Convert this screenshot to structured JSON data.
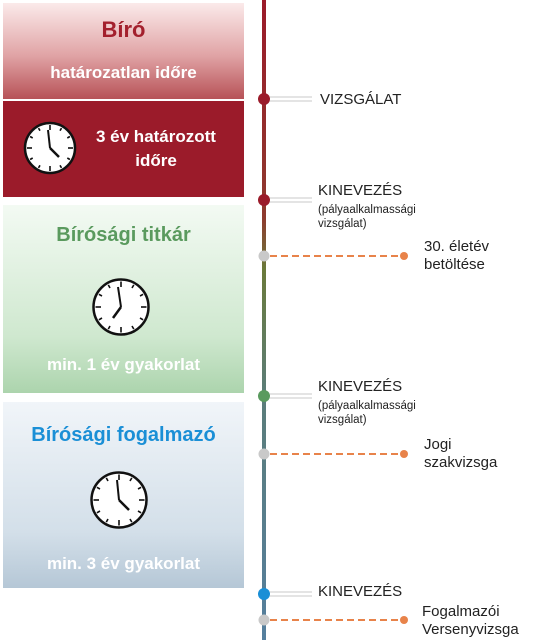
{
  "judge": {
    "title": "Bíró",
    "subtitle": "határozatlan időre",
    "fixed_term": "3 év határozott időre"
  },
  "secretary": {
    "title": "Bírósági titkár",
    "requirement": "min. 1 év gyakorlat"
  },
  "clerk": {
    "title": "Bírósági fogalmazó",
    "requirement": "min. 3 év gyakorlat"
  },
  "timeline": {
    "milestones": [
      {
        "label": "VIZSGÁLAT"
      },
      {
        "label": "KINEVEZÉS",
        "note": "(pályaalkalmassági vizsgálat)"
      },
      {
        "label": "30. életév betöltése"
      },
      {
        "label": "KINEVEZÉS",
        "note": "(pályaalkalmassági vizsgálat)"
      },
      {
        "label": "Jogi szakvizsga"
      },
      {
        "label": "KINEVEZÉS"
      },
      {
        "label": "Fogalmazói Versenyvizsga"
      }
    ]
  },
  "colors": {
    "judge_red": "#9b1b2a",
    "secretary_green": "#5a9a5e",
    "clerk_blue": "#1a8fd6",
    "dashed_orange": "#e8834a",
    "axis_grey": "#607d8b"
  },
  "icons": [
    "clock-icon"
  ]
}
